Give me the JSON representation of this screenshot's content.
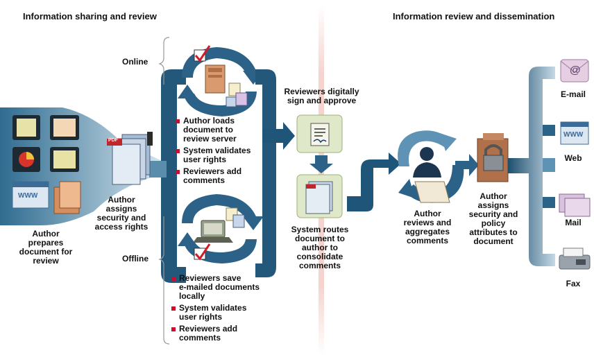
{
  "headings": {
    "left": "Information sharing and review",
    "right": "Information review and dissemination"
  },
  "labels": {
    "online": "Online",
    "offline": "Offline",
    "author_prepares": "Author\nprepares\ndocument for\nreview",
    "author_assigns_security": "Author\nassigns\nsecurity and\naccess rights",
    "reviewers_sign": "Reviewers digitally\nsign and approve",
    "system_routes": "System routes\ndocument to\nauthor to\nconsolidate\ncomments",
    "author_reviews": "Author\nreviews and\naggregates\ncomments",
    "author_assigns_policy": "Author\nassigns\nsecurity and\npolicy\nattributes to\ndocument"
  },
  "online_steps": [
    "Author loads\ndocument to\nreview server",
    "System validates\nuser rights",
    "Reviewers add\ncomments"
  ],
  "offline_steps": [
    "Reviewers save\ne-mailed documents\nlocally",
    "System validates\nuser rights",
    "Reviewers add\ncomments"
  ],
  "outputs": [
    {
      "label": "E-mail",
      "icon": "email-icon",
      "glyph": "@"
    },
    {
      "label": "Web",
      "icon": "web-icon",
      "glyph": "WWW"
    },
    {
      "label": "Mail",
      "icon": "mail-icon",
      "glyph": ""
    },
    {
      "label": "Fax",
      "icon": "fax-icon",
      "glyph": ""
    }
  ],
  "icon_text": {
    "pdf": "PDF",
    "www": "WWW"
  },
  "colors": {
    "flow_dark": "#1d4f6e",
    "flow_light": "#b8d0e0",
    "bullet": "#c8102e",
    "check": "#d11a2a"
  }
}
